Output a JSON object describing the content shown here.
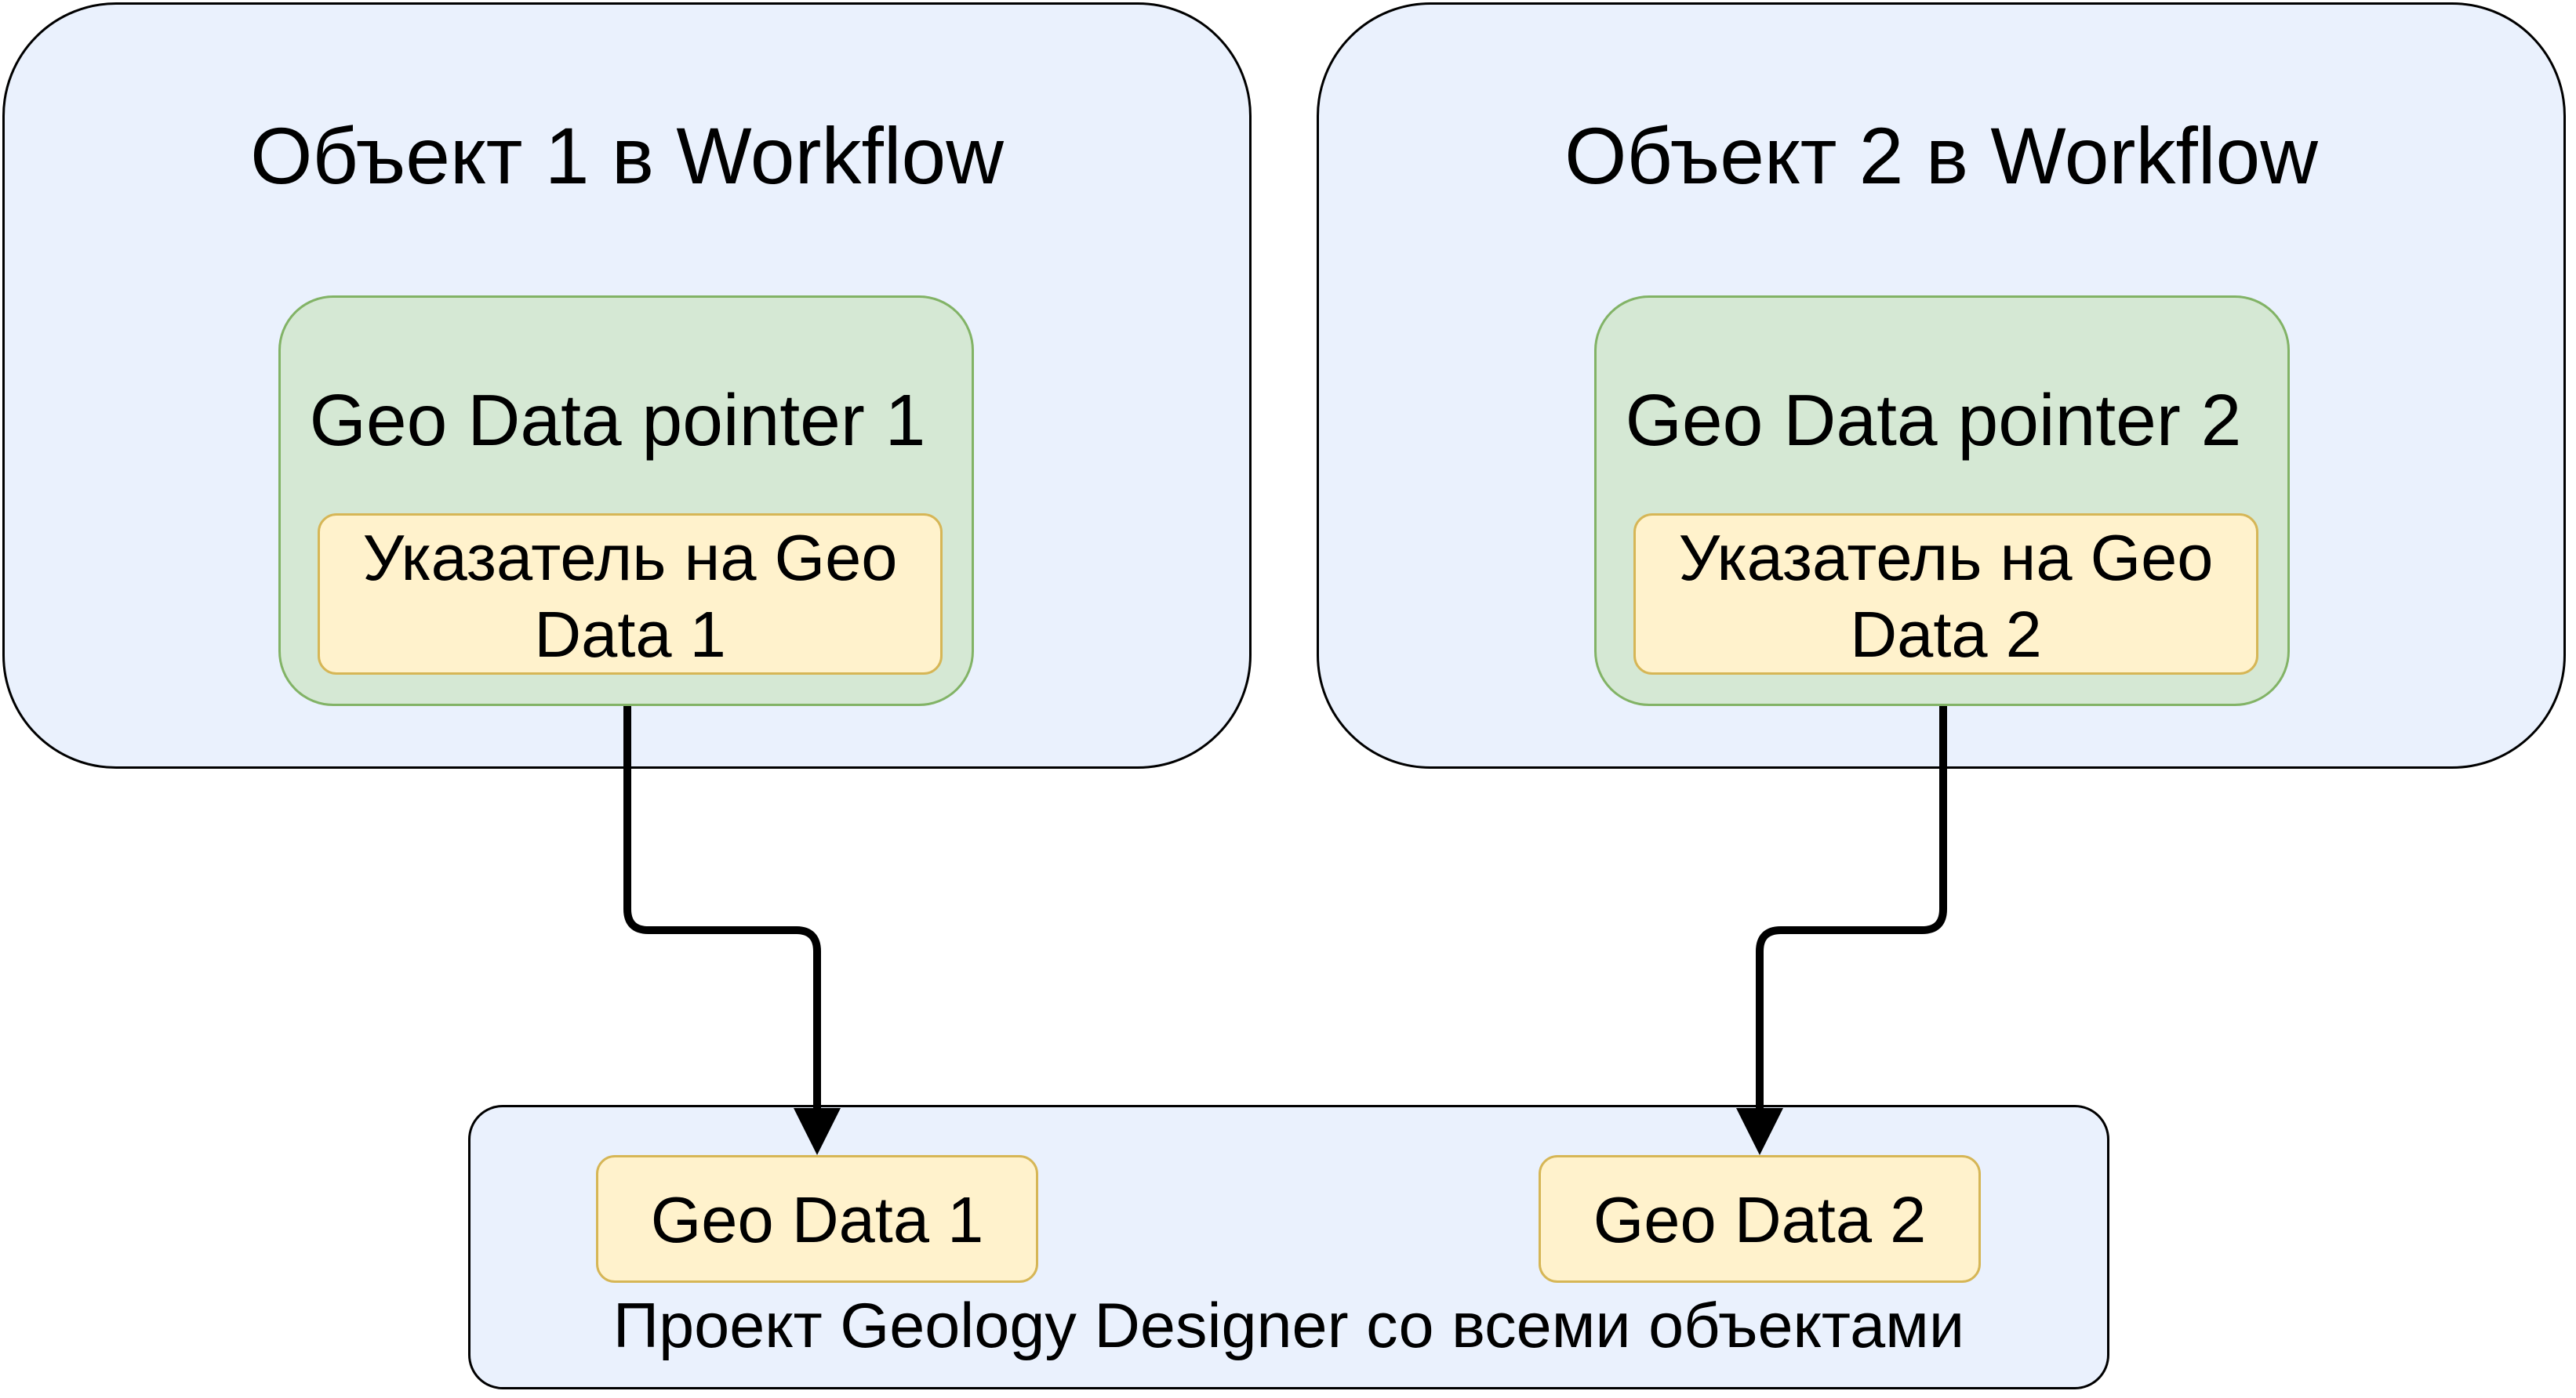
{
  "workflow_objects": [
    {
      "title": "Объект 1 в Workflow",
      "pointer_label": "Geo Data pointer 1",
      "pointer_text": "Указатель на Geo Data 1"
    },
    {
      "title": "Объект 2 в Workflow",
      "pointer_label": "Geo Data pointer 2",
      "pointer_text": "Указатель на Geo Data 2"
    }
  ],
  "project": {
    "label": "Проект Geology Designer со всеми объектами",
    "items": [
      "Geo Data 1",
      "Geo Data 2"
    ]
  },
  "colors": {
    "workflow_fill": "#eaf1fd",
    "pointer_fill": "#d5e8d4",
    "pointer_border": "#82b366",
    "item_fill": "#fff2cc",
    "item_border": "#d6b656",
    "connector": "#000000"
  }
}
